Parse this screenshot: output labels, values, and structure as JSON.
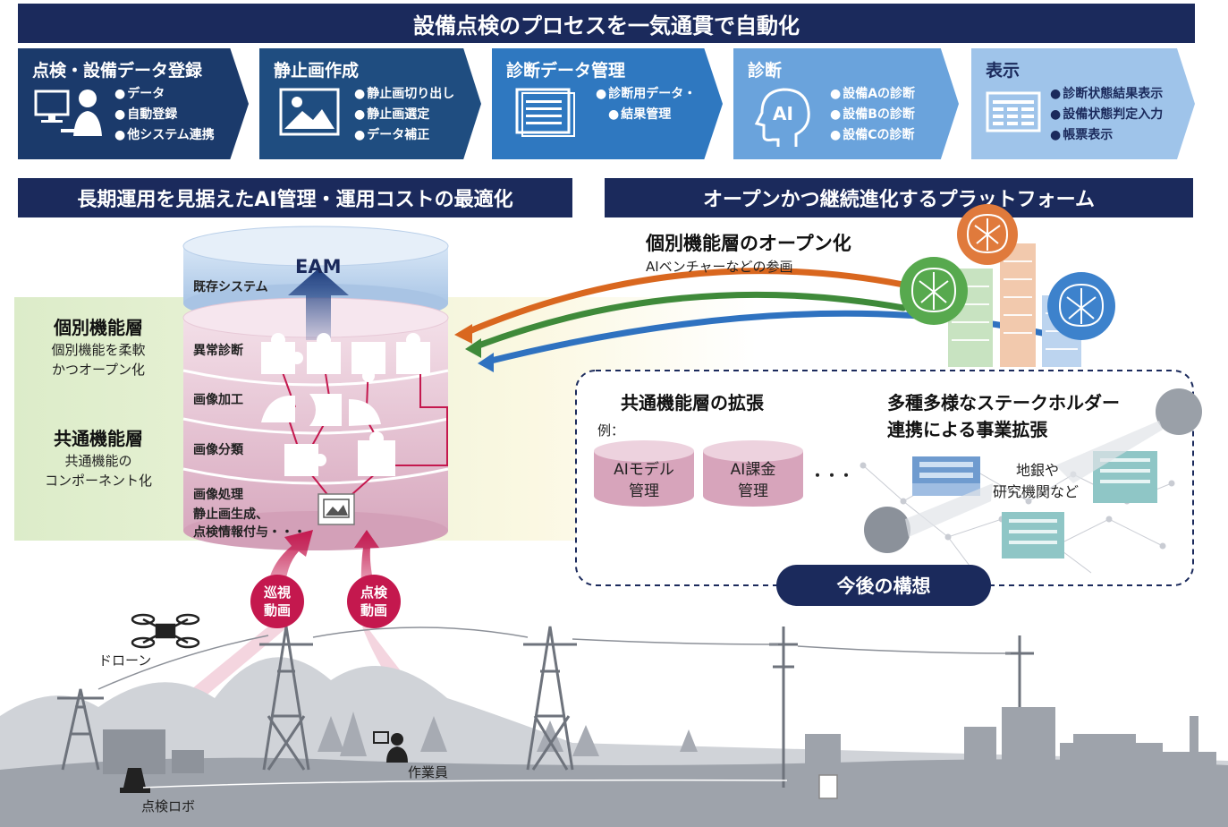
{
  "top_banner": "設備点検のプロセスを一気通貫で自動化",
  "steps": [
    {
      "title": "点検・設備データ登録",
      "items": [
        "データ",
        "自動登録",
        "他システム連携"
      ],
      "color": "#1b3a6b"
    },
    {
      "title": "静止画作成",
      "items": [
        "静止画切り出し",
        "静止画選定",
        "データ補正"
      ],
      "color": "#1f4d80"
    },
    {
      "title": "診断データ管理",
      "items": [
        "診断用データ・",
        "結果管理"
      ],
      "color": "#2f78c0"
    },
    {
      "title": "診断",
      "items": [
        "設備Aの診断",
        "設備Bの診断",
        "設備Cの診断"
      ],
      "color": "#6aa3dc"
    },
    {
      "title": "表示",
      "items": [
        "診断状態結果表示",
        "設備状態判定入力",
        "帳票表示"
      ],
      "color": "#9fc4ea"
    }
  ],
  "left_banner": "長期運用を見据えたAI管理・運用コストの最適化",
  "right_banner": "オープンかつ継続進化するプラットフォーム",
  "stack": {
    "top_label": "EAM",
    "top_layer": "既存システム",
    "layers": [
      "異常診断",
      "画像加工",
      "画像分類"
    ],
    "bottom_layer": "画像処理",
    "bottom_sub1": "静止画生成、",
    "bottom_sub2": "点検情報付与・・・"
  },
  "individual_layer": {
    "title": "個別機能層",
    "sub1": "個別機能を柔軟",
    "sub2": "かつオープン化"
  },
  "common_layer": {
    "title": "共通機能層",
    "sub1": "共通機能の",
    "sub2": "コンポーネント化"
  },
  "open_title": "個別機能層のオープン化",
  "open_sub": "AIベンチャーなどの参画",
  "future": {
    "common_ext": "共通機能層の拡張",
    "example": "例：",
    "cyl1_line1": "AIモデル",
    "cyl1_line2": "管理",
    "cyl2_line1": "AI課金",
    "cyl2_line2": "管理",
    "dots": "・・・",
    "stake1": "多種多様なステークホルダー",
    "stake2": "連携による事業拡張",
    "partners1": "地銀や",
    "partners2": "研究機関など",
    "badge": "今後の構想"
  },
  "uploads": [
    {
      "line1": "巡視",
      "line2": "動画"
    },
    {
      "line1": "点検",
      "line2": "動画"
    }
  ],
  "ground": {
    "drone": "ドローン",
    "worker": "作業員",
    "robot": "点検ロボ"
  },
  "colors": {
    "navy": "#1b2a5c",
    "crimson": "#c4184e",
    "orange": "#d9671f",
    "green": "#3f8a3a",
    "blue": "#2f72c0"
  }
}
